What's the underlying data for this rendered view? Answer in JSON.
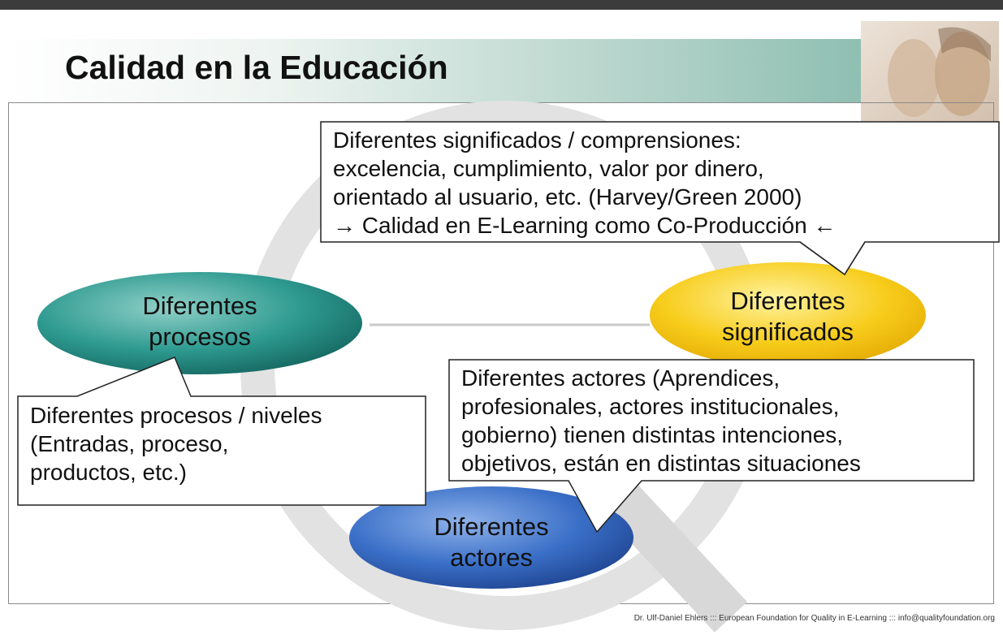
{
  "slide": {
    "title": "Calidad en la Educación",
    "footer": "Dr. Ulf-Daniel  Ehlers ::: European Foundation for Quality in E-Learning ::: info@qualityfoundation.org"
  },
  "ellipses": [
    {
      "id": "procesos",
      "line1": "Diferentes",
      "line2": "procesos",
      "color": "#1e8a80"
    },
    {
      "id": "significados",
      "line1": "Diferentes",
      "line2": "significados",
      "color": "#f5c400"
    },
    {
      "id": "actores",
      "line1": "Diferentes",
      "line2": "actores",
      "color": "#2a5fb8"
    }
  ],
  "callouts": {
    "significados": [
      "Diferentes significados / comprensiones:",
      "excelencia, cumplimiento, valor por dinero,",
      "orientado al usuario, etc. (Harvey/Green 2000)",
      "→ Calidad en E-Learning como Co-Producción ←"
    ],
    "procesos": [
      "Diferentes procesos / niveles",
      "(Entradas, proceso,",
      "productos, etc.)"
    ],
    "actores": [
      "Diferentes actores (Aprendices,",
      "profesionales, actores institucionales,",
      "gobierno) tienen distintas intenciones,",
      "objetivos, están en distintas situaciones"
    ]
  }
}
